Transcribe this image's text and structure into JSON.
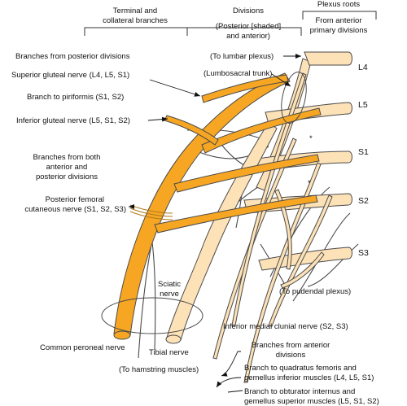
{
  "header": {
    "terminal": [
      "Terminal and",
      "collateral branches"
    ],
    "divisions": [
      "Divisions",
      "(Posterior [shaded]",
      "and anterior)"
    ],
    "plexus_roots": "Plexus roots",
    "from_anterior": [
      "From anterior",
      "primary divisions"
    ]
  },
  "roots": [
    "L4",
    "L5",
    "S1",
    "S2",
    "S3"
  ],
  "labels": {
    "branches_posterior": "Branches from posterior divisions",
    "superior_gluteal": "Superior gluteal nerve (L4, L5, S1)",
    "to_lumbar": "(To lumbar plexus)",
    "lumbosacral": "(Lumbosacral trunk)",
    "piriformis": "Branch to piriformis (S1, S2)",
    "inferior_gluteal": "Inferior gluteal nerve (L5, S1, S2)",
    "both_divisions": [
      "Branches from both",
      "anterior and",
      "posterior divisions"
    ],
    "post_femoral": [
      "Posterior femoral",
      "cutaneous nerve (S1, S2, S3)"
    ],
    "sciatic": [
      "Sciatic",
      "nerve"
    ],
    "to_pudendal": "(To pudendal plexus)",
    "inf_medial_clunial": "Inferior medial clunial nerve (S2, S3)",
    "common_peroneal": "Common peroneal nerve",
    "tibial": "Tibial nerve",
    "from_anterior_div": [
      "Branches from anterior",
      "divisions"
    ],
    "hamstring": "(To hamstring muscles)",
    "quadratus": [
      "Branch to quadratus femoris and",
      "gemellus inferior muscles (L4, L5, S1)"
    ],
    "obturator": [
      "Branch to obturator internus and",
      "gemellus superior muscles (L5, S1, S2)"
    ],
    "asterisk": "*"
  },
  "colors": {
    "posterior_division": "#f6a623",
    "anterior_division": "#fde2b8",
    "outline": "#4a4a4a"
  }
}
